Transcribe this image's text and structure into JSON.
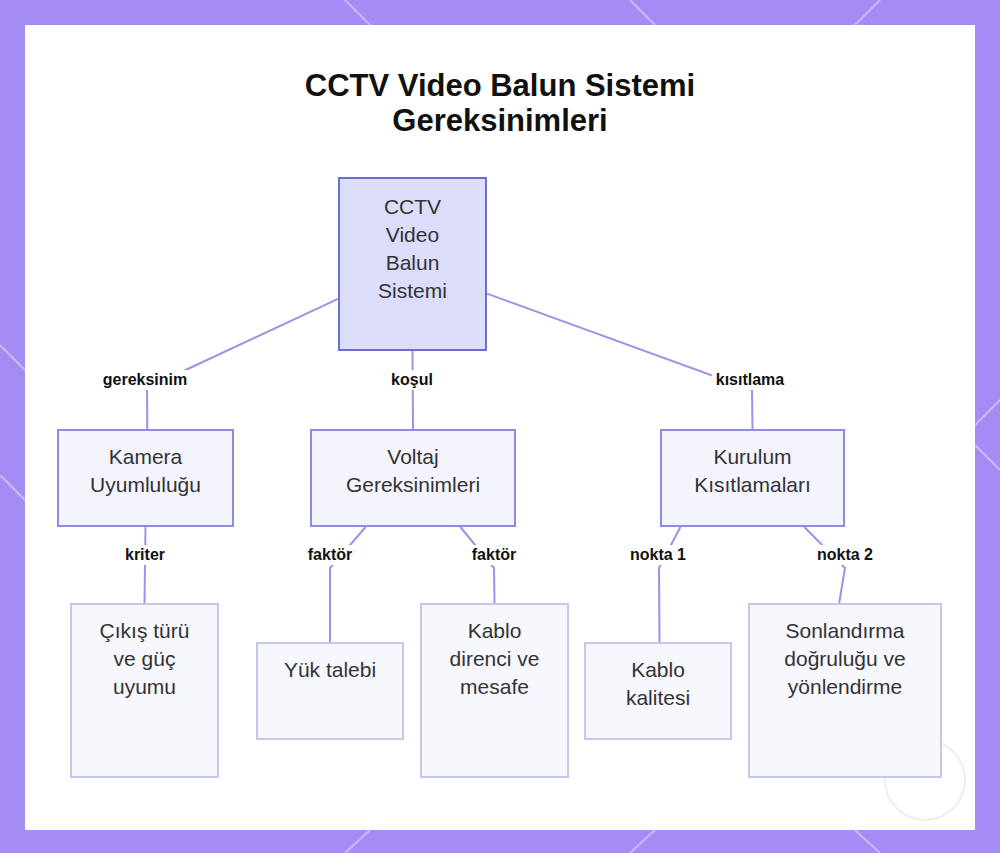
{
  "diagram": {
    "title": "CCTV Video Balun Sistemi Gereksinimleri",
    "nodes": [
      {
        "text": [
          "CCTV Video Balun Sistemi"
        ]
      },
      {
        "text": [
          "Kamera Uyumluluğu"
        ]
      },
      {
        "text": [
          "Voltaj Gereksinimleri"
        ]
      },
      {
        "text": [
          "Kurulum Kısıtlamaları"
        ]
      },
      {
        "text": [
          "Çıkış türü ve güç uyumu"
        ]
      },
      {
        "text": [
          "Yük talebi"
        ]
      },
      {
        "text": [
          "Kablo direnci ve mesafe"
        ]
      },
      {
        "text": [
          "Kablo kalitesi"
        ]
      },
      {
        "text": [
          "Sonlandırma doğruluğu ve yönlendirme"
        ]
      }
    ],
    "edges": [
      {
        "from": 0,
        "to": 1,
        "label": "gereksinim",
        "arrow": "none"
      },
      {
        "from": 0,
        "to": 2,
        "label": "koşul",
        "arrow": "none"
      },
      {
        "from": 0,
        "to": 3,
        "label": "kısıtlama",
        "arrow": "none"
      },
      {
        "from": 1,
        "to": 4,
        "label": "kriter",
        "arrow": "none"
      },
      {
        "from": 2,
        "to": 5,
        "label": "faktör",
        "arrow": "none"
      },
      {
        "from": 2,
        "to": 6,
        "label": "faktör",
        "arrow": "none"
      },
      {
        "from": 3,
        "to": 7,
        "label": "nokta 1",
        "arrow": "none"
      },
      {
        "from": 3,
        "to": 8,
        "label": "nokta 2",
        "arrow": "none"
      }
    ]
  }
}
